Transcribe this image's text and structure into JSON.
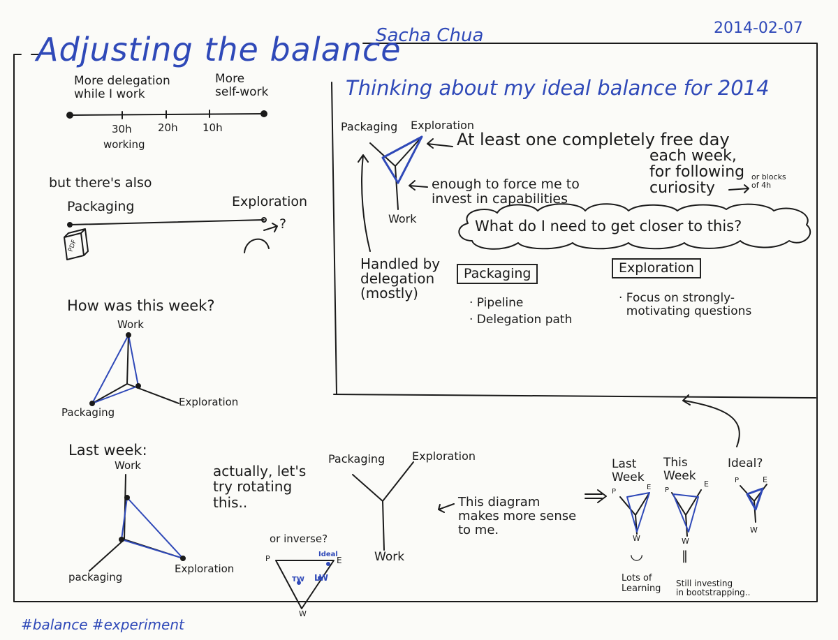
{
  "header": {
    "title": "Adjusting the balance",
    "author": "Sacha Chua",
    "date": "2014-02-07"
  },
  "delegation_scale": {
    "left_label": "More delegation\nwhile I work",
    "right_label": "More\nself-work",
    "ticks": [
      "30h",
      "20h",
      "10h"
    ],
    "tick_note": "working"
  },
  "packaging_scale": {
    "intro": "but there's also",
    "left_label": "Packaging",
    "right_label": "Exploration",
    "book_label": "PDF",
    "question_mark": "?"
  },
  "this_week": {
    "heading": "How was this week?",
    "work_label": "Work",
    "packaging_label": "Packaging",
    "exploration_label": "Exploration"
  },
  "last_week": {
    "heading": "Last week:",
    "work_label": "Work",
    "packaging_label": "packaging",
    "exploration_label": "Exploration"
  },
  "rotate": {
    "note": "actually, let's\ntry rotating\nthis..",
    "packaging_label": "Packaging",
    "exploration_label": "Exploration",
    "work_label": "Work",
    "explanation": "This diagram\nmakes more sense\nto me.",
    "inverse_label": "or inverse?",
    "inv_p": "P",
    "inv_e": "E",
    "inv_w": "W",
    "inv_ideal": "Ideal",
    "inv_tw": "TW",
    "inv_lw": "LW"
  },
  "ideal": {
    "heading": "Thinking about my ideal balance for 2014",
    "packaging_label": "Packaging",
    "exploration_label": "Exploration",
    "work_label": "Work",
    "free_day_note": "At least one completely free day",
    "free_day_note2": "each week,\nfor following\ncuriosity",
    "blocks_note": "or blocks\nof 4h",
    "capabilities_note": "enough to force me to\ninvest in capabilities",
    "delegation_note": "Handled by\ndelegation\n(mostly)",
    "cloud_question": "What do I need to get closer to this?",
    "packaging_box": "Packaging",
    "packaging_items": [
      "· Pipeline",
      "· Delegation path"
    ],
    "exploration_box": "Exploration",
    "exploration_items": [
      "· Focus on strongly-\n  motivating questions"
    ]
  },
  "comparison": {
    "last_week_label": "Last\nWeek",
    "this_week_label": "This\nWeek",
    "ideal_label": "Ideal?",
    "p": "P",
    "e": "E",
    "w": "W",
    "last_week_face": "◡",
    "this_week_face": "‖",
    "last_week_note": "Lots of\nLearning",
    "this_week_note": "Still investing\nin bootstrapping.."
  },
  "footer": {
    "tags": "#balance #experiment"
  },
  "colors": {
    "ink": "#1a1a1a",
    "blue_ink": "#2f49b8",
    "paper": "#fbfbf8"
  }
}
